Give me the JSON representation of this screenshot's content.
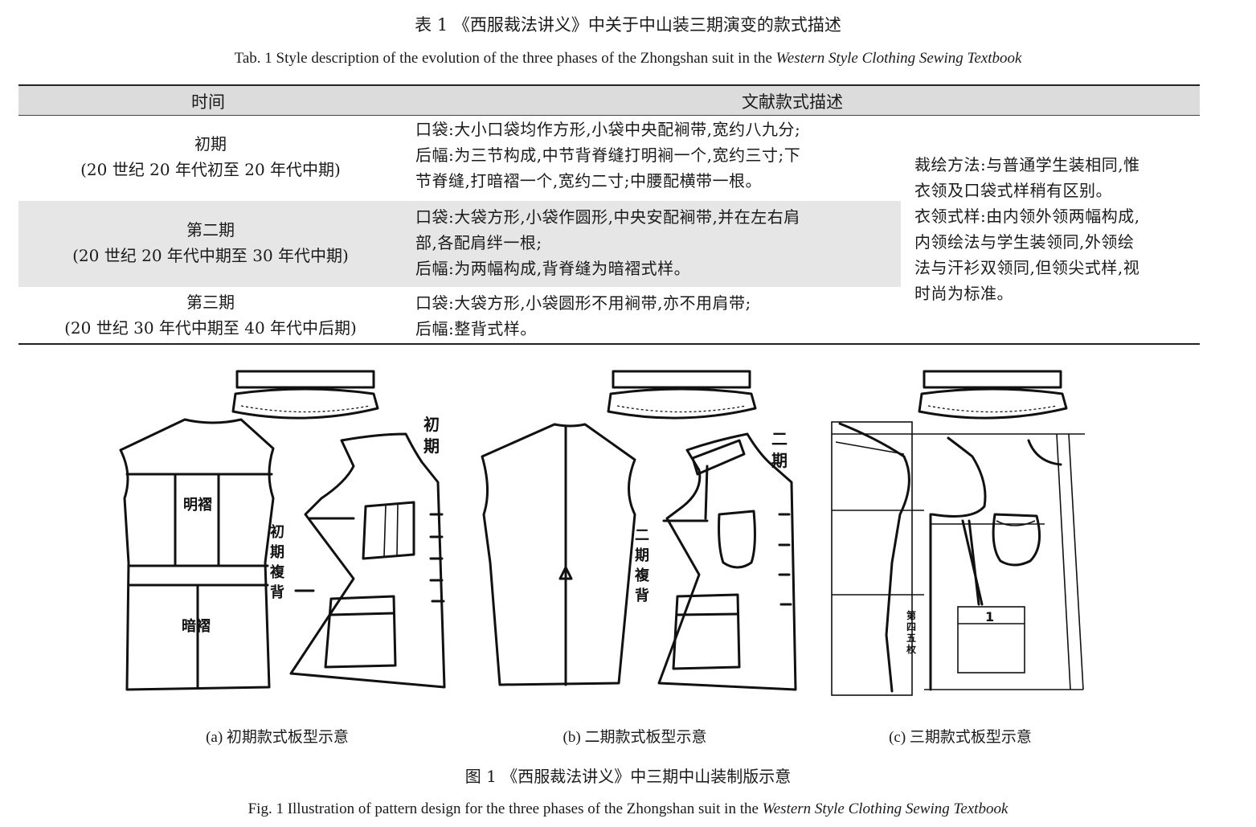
{
  "table_caption": {
    "cn": "表 1 《西服裁法讲义》中关于中山装三期演变的款式描述",
    "en_prefix": "Tab. 1    Style description of the evolution of the three phases of the Zhongshan suit in the",
    "en_italic": "Western Style Clothing Sewing Textbook"
  },
  "table": {
    "headers": [
      "时间",
      "文献款式描述"
    ],
    "rows": [
      {
        "phase": "初期",
        "period": "(20 世纪 20 年代初至 20 年代中期)",
        "desc": [
          "口袋:大小口袋均作方形,小袋中央配裥带,宽约八九分;",
          "后幅:为三节构成,中节背脊缝打明裥一个,宽约三寸;下",
          "节脊缝,打暗褶一个,宽约二寸;中腰配横带一根。"
        ]
      },
      {
        "phase": "第二期",
        "period": "(20 世纪 20 年代中期至 30 年代中期)",
        "desc": [
          "口袋:大袋方形,小袋作圆形,中央安配裥带,并在左右肩",
          "部,各配肩绊一根;",
          "后幅:为两幅构成,背脊缝为暗褶式样。"
        ]
      },
      {
        "phase": "第三期",
        "period": "(20 世纪 30 年代中期至 40 年代中后期)",
        "desc": [
          "口袋:大袋方形,小袋圆形不用裥带,亦不用肩带;",
          "后幅:整背式样。"
        ]
      }
    ],
    "side_note": [
      "裁绘方法:与普通学生装相同,惟",
      "衣领及口袋式样稍有区别。",
      "衣领式样:由内领外领两幅构成,",
      "内领绘法与学生装领同,外领绘",
      "法与汗衫双领同,但领尖式样,视",
      "时尚为标准。"
    ]
  },
  "figure": {
    "subcaptions": [
      "(a) 初期款式板型示意",
      "(b) 二期款式板型示意",
      "(c) 三期款式板型示意"
    ],
    "handwritten": {
      "a_front_label": "初期",
      "a_back_label": "初期複背",
      "a_upper": "明褶",
      "a_lower": "暗褶",
      "b_front_label": "二期",
      "b_back_label": "二期複背",
      "c_side_label": "第四五枚",
      "c_pocket_number": "1"
    },
    "caption_cn": "图 1 《西服裁法讲义》中三期中山装制版示意",
    "caption_en_prefix": "Fig. 1    Illustration of pattern design for the three phases of the Zhongshan suit in the",
    "caption_en_italic": "Western Style Clothing Sewing Textbook"
  }
}
